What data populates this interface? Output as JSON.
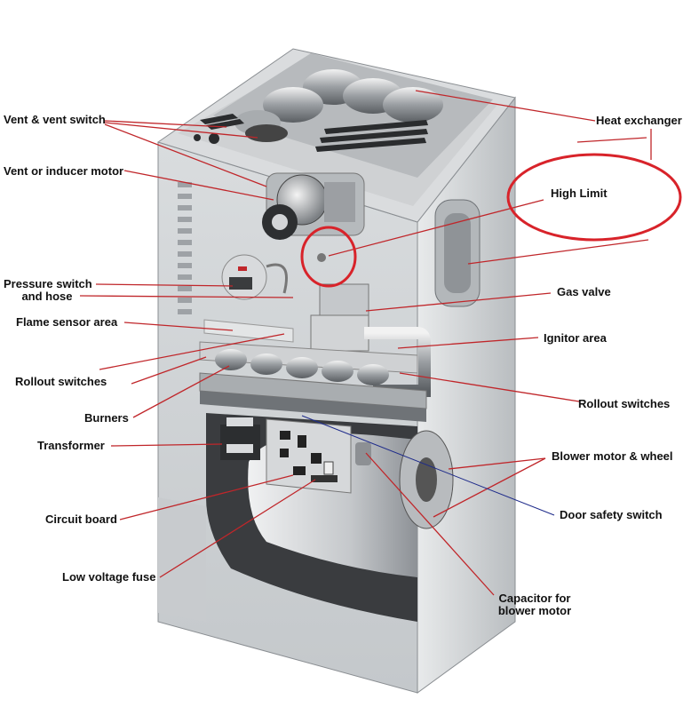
{
  "labels": {
    "vent_switch": "Vent & vent switch",
    "inducer_motor": "Vent or inducer motor",
    "pressure_switch_1": "Pressure switch",
    "pressure_switch_2": "and hose",
    "flame_sensor": "Flame sensor area",
    "rollout_left": "Rollout switches",
    "burners": "Burners",
    "transformer": "Transformer",
    "circuit_board": "Circuit board",
    "low_voltage_fuse": "Low voltage fuse",
    "heat_exchanger": "Heat exchanger",
    "high_limit": "High Limit",
    "gas_valve": "Gas valve",
    "ignitor_area": "Ignitor area",
    "rollout_right": "Rollout switches",
    "blower_motor": "Blower motor & wheel",
    "door_safety": "Door safety switch",
    "capacitor_1": "Capacitor for",
    "capacitor_2": "blower motor"
  },
  "colors": {
    "leader_line": "#c0262a",
    "highlight_circle": "#d8232a",
    "door_switch_line": "#1d2a8a",
    "cabinet": "#cfd2d4"
  }
}
